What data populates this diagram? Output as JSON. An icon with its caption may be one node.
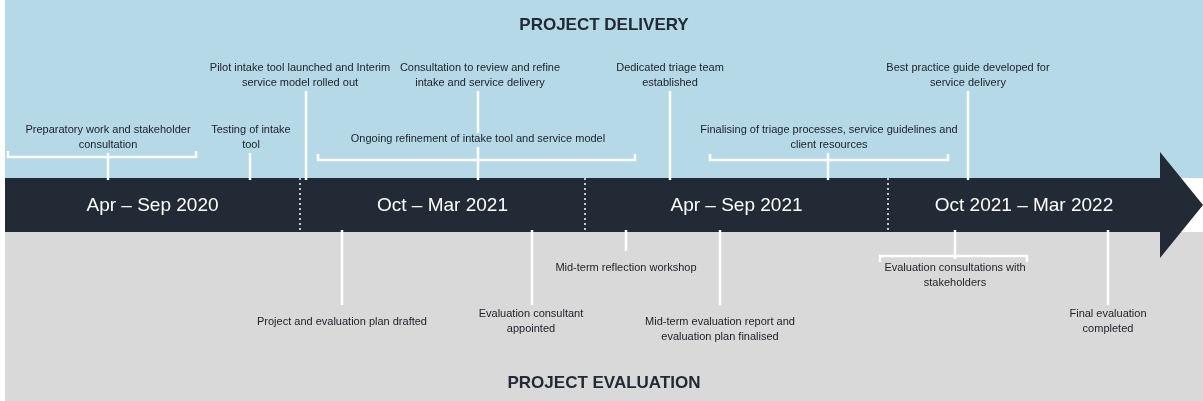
{
  "diagram": {
    "nodes": [
      {
        "text": [
          "PROJECT DELIVERY"
        ]
      },
      {
        "text": [
          "PROJECT EVALUATION"
        ]
      },
      {
        "text": [],
        "shape": "arrow"
      },
      {
        "text": [
          "Apr – Sep 2020"
        ],
        "in": 2
      },
      {
        "text": [
          "Oct – Mar 2021"
        ],
        "in": 2
      },
      {
        "text": [
          "Apr – Sep 2021"
        ],
        "in": 2
      },
      {
        "text": [
          "Oct 2021 – Mar 2022"
        ],
        "in": 2
      },
      {
        "text": [
          "Preparatory work and stakeholder consultation"
        ],
        "in": 0
      },
      {
        "text": [
          "Testing of intake tool"
        ],
        "in": 0
      },
      {
        "text": [
          "Pilot intake tool launched and Interim service model rolled out"
        ],
        "in": 0
      },
      {
        "text": [
          "Consultation to review and refine intake and service delivery"
        ],
        "in": 0
      },
      {
        "text": [
          "Ongoing refinement of intake tool and service model"
        ],
        "in": 0
      },
      {
        "text": [
          "Dedicated triage team established"
        ],
        "in": 0
      },
      {
        "text": [
          "Finalising of triage processes, service guidelines and client resources"
        ],
        "in": 0
      },
      {
        "text": [
          "Best practice guide developed for service delivery"
        ],
        "in": 0
      },
      {
        "text": [
          "Project and evaluation plan drafted"
        ],
        "in": 1
      },
      {
        "text": [
          "Evaluation consultant appointed"
        ],
        "in": 1
      },
      {
        "text": [
          "Mid-term reflection workshop"
        ],
        "in": 1
      },
      {
        "text": [
          "Mid-term evaluation report and evaluation plan finalised"
        ],
        "in": 1
      },
      {
        "text": [
          "Evaluation consultations with stakeholders"
        ],
        "in": 1
      },
      {
        "text": [
          "Final evaluation completed"
        ],
        "in": 1
      }
    ],
    "edges": [
      {
        "from": 7,
        "to": 3,
        "arrow": "none"
      },
      {
        "from": 8,
        "to": 3,
        "arrow": "none"
      },
      {
        "from": 9,
        "to": 4,
        "arrow": "none"
      },
      {
        "from": 10,
        "to": 11,
        "arrow": "none"
      },
      {
        "from": 11,
        "to": 4,
        "arrow": "none"
      },
      {
        "from": 12,
        "to": 5,
        "arrow": "none"
      },
      {
        "from": 13,
        "to": 5,
        "arrow": "none"
      },
      {
        "from": 14,
        "to": 6,
        "arrow": "none"
      },
      {
        "from": 15,
        "to": 4,
        "arrow": "none"
      },
      {
        "from": 16,
        "to": 4,
        "arrow": "none"
      },
      {
        "from": 17,
        "to": 5,
        "arrow": "none"
      },
      {
        "from": 18,
        "to": 5,
        "arrow": "none"
      },
      {
        "from": 19,
        "to": 6,
        "arrow": "none"
      },
      {
        "from": 20,
        "to": 6,
        "arrow": "none"
      }
    ]
  }
}
